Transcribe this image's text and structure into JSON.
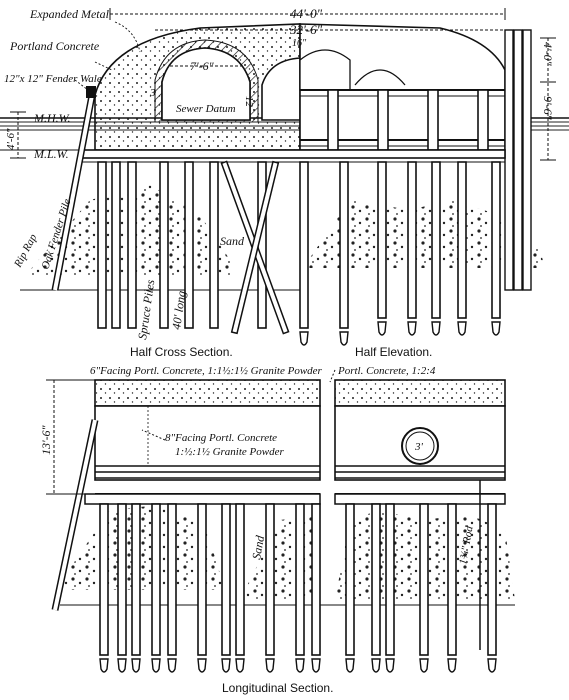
{
  "labels": {
    "expanded_metal": "Expanded Metal",
    "portland_concrete": "Portland Concrete",
    "fender_wale": "12\"x 12\" Fender Wale",
    "mhw": "M.H.W.",
    "mlw": "M.L.W.",
    "rip_rap": "Rip Rap",
    "oak_fender_pile": "Oak Fender Pile",
    "sewer_datum": "Sewer Datum",
    "sand_upper": "Sand",
    "spruce_piles": "Spruce Piles",
    "forty_long": "40' long",
    "facing_top": "6\"Facing Portl. Concrete, 1:1½:1½ Granite Powder",
    "portl_concrete": "Portl. Concrete, 1:2:4",
    "facing_8_line1": "8\"Facing Portl. Concrete",
    "facing_8_line2": "1:½:1½ Granite Powder",
    "sand_lower": "Sand",
    "rod": "1¾\" Rod"
  },
  "dimensions": {
    "overall_width": "44'-0\"",
    "arch_width": "32'-6\"",
    "arch_span": "7'-6\"",
    "dim_3": "3",
    "dim_12": "12",
    "dim_16": "16\"",
    "dim_4_0": "4'-0\"",
    "dim_9_6": "9'-6\"",
    "dim_4_6": "4'-6\"",
    "dim_13_6": "13'-6\"",
    "circle_3": "3'"
  },
  "captions": {
    "half_cross": "Half Cross Section.",
    "half_elevation": "Half Elevation.",
    "longitudinal": "Longitudinal Section."
  }
}
